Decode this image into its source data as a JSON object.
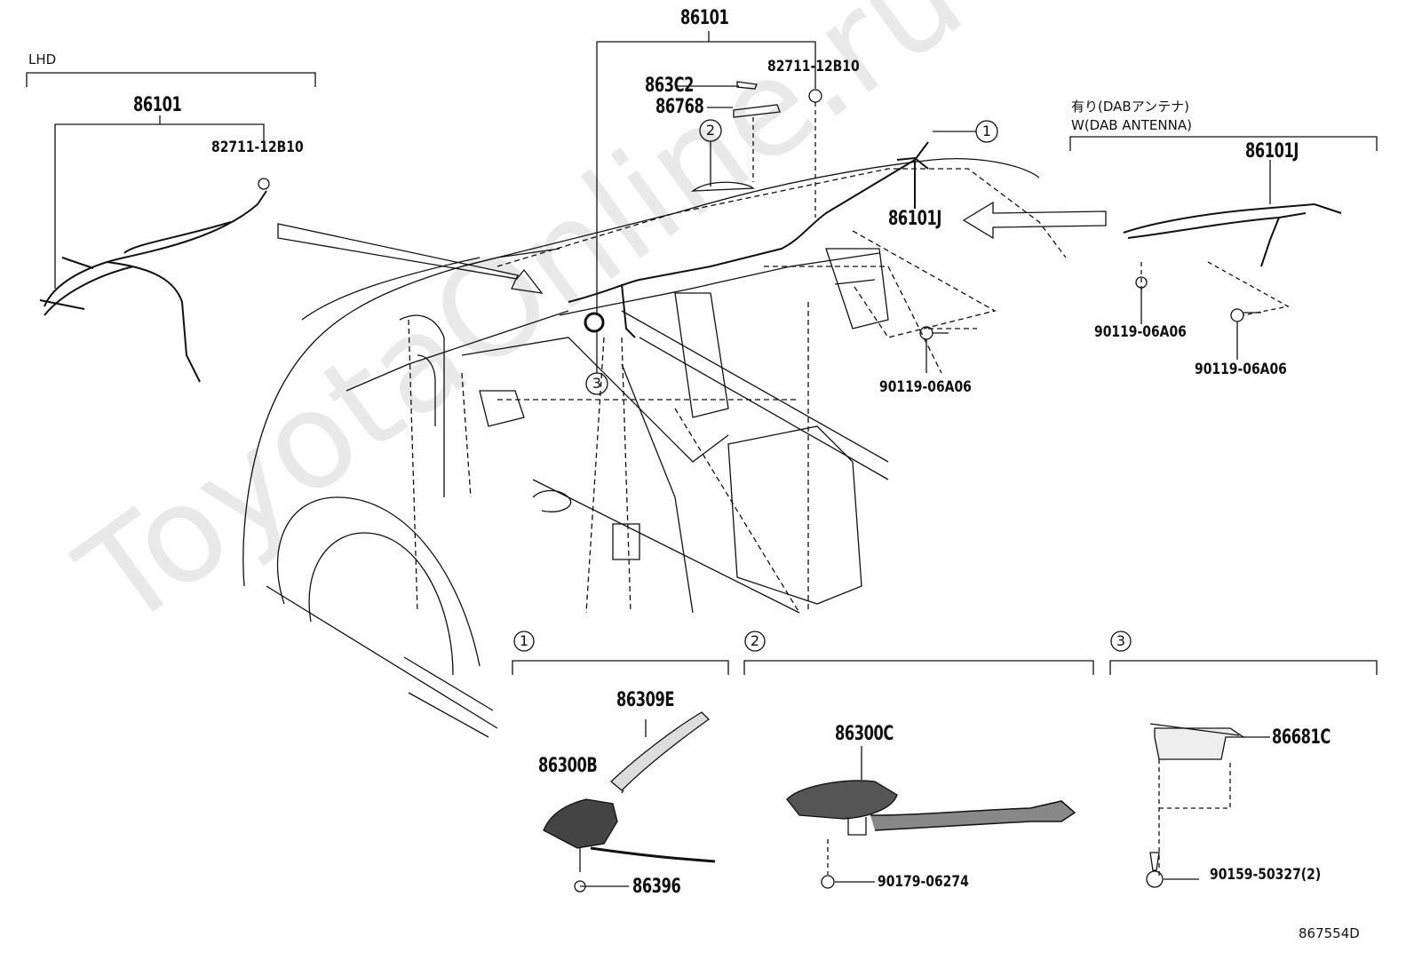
{
  "watermark": "ToyotaOnline.ru",
  "groups": {
    "lhd": "LHD",
    "dab_jp": "有り(DABアンテナ)",
    "dab_en": "W(DAB ANTENNA)"
  },
  "callouts": {
    "c1": "1",
    "c2": "2",
    "c3": "3"
  },
  "parts": {
    "p86101_top": "86101",
    "p86101_lhd": "86101",
    "p82711_lhd": "82711-12B10",
    "p82711_top": "82711-12B10",
    "p863C2": "863C2",
    "p86768": "86768",
    "p86101J_main": "86101J",
    "p86101J_dab": "86101J",
    "p90119_main": "90119-06A06",
    "p90119_dab1": "90119-06A06",
    "p90119_dab2": "90119-06A06",
    "p86309E": "86309E",
    "p86300B": "86300B",
    "p86396": "86396",
    "p86300C": "86300C",
    "p90179": "90179-06274",
    "p86681C": "86681C",
    "p90159": "90159-50327(2)"
  },
  "diagram_id": "867554D"
}
